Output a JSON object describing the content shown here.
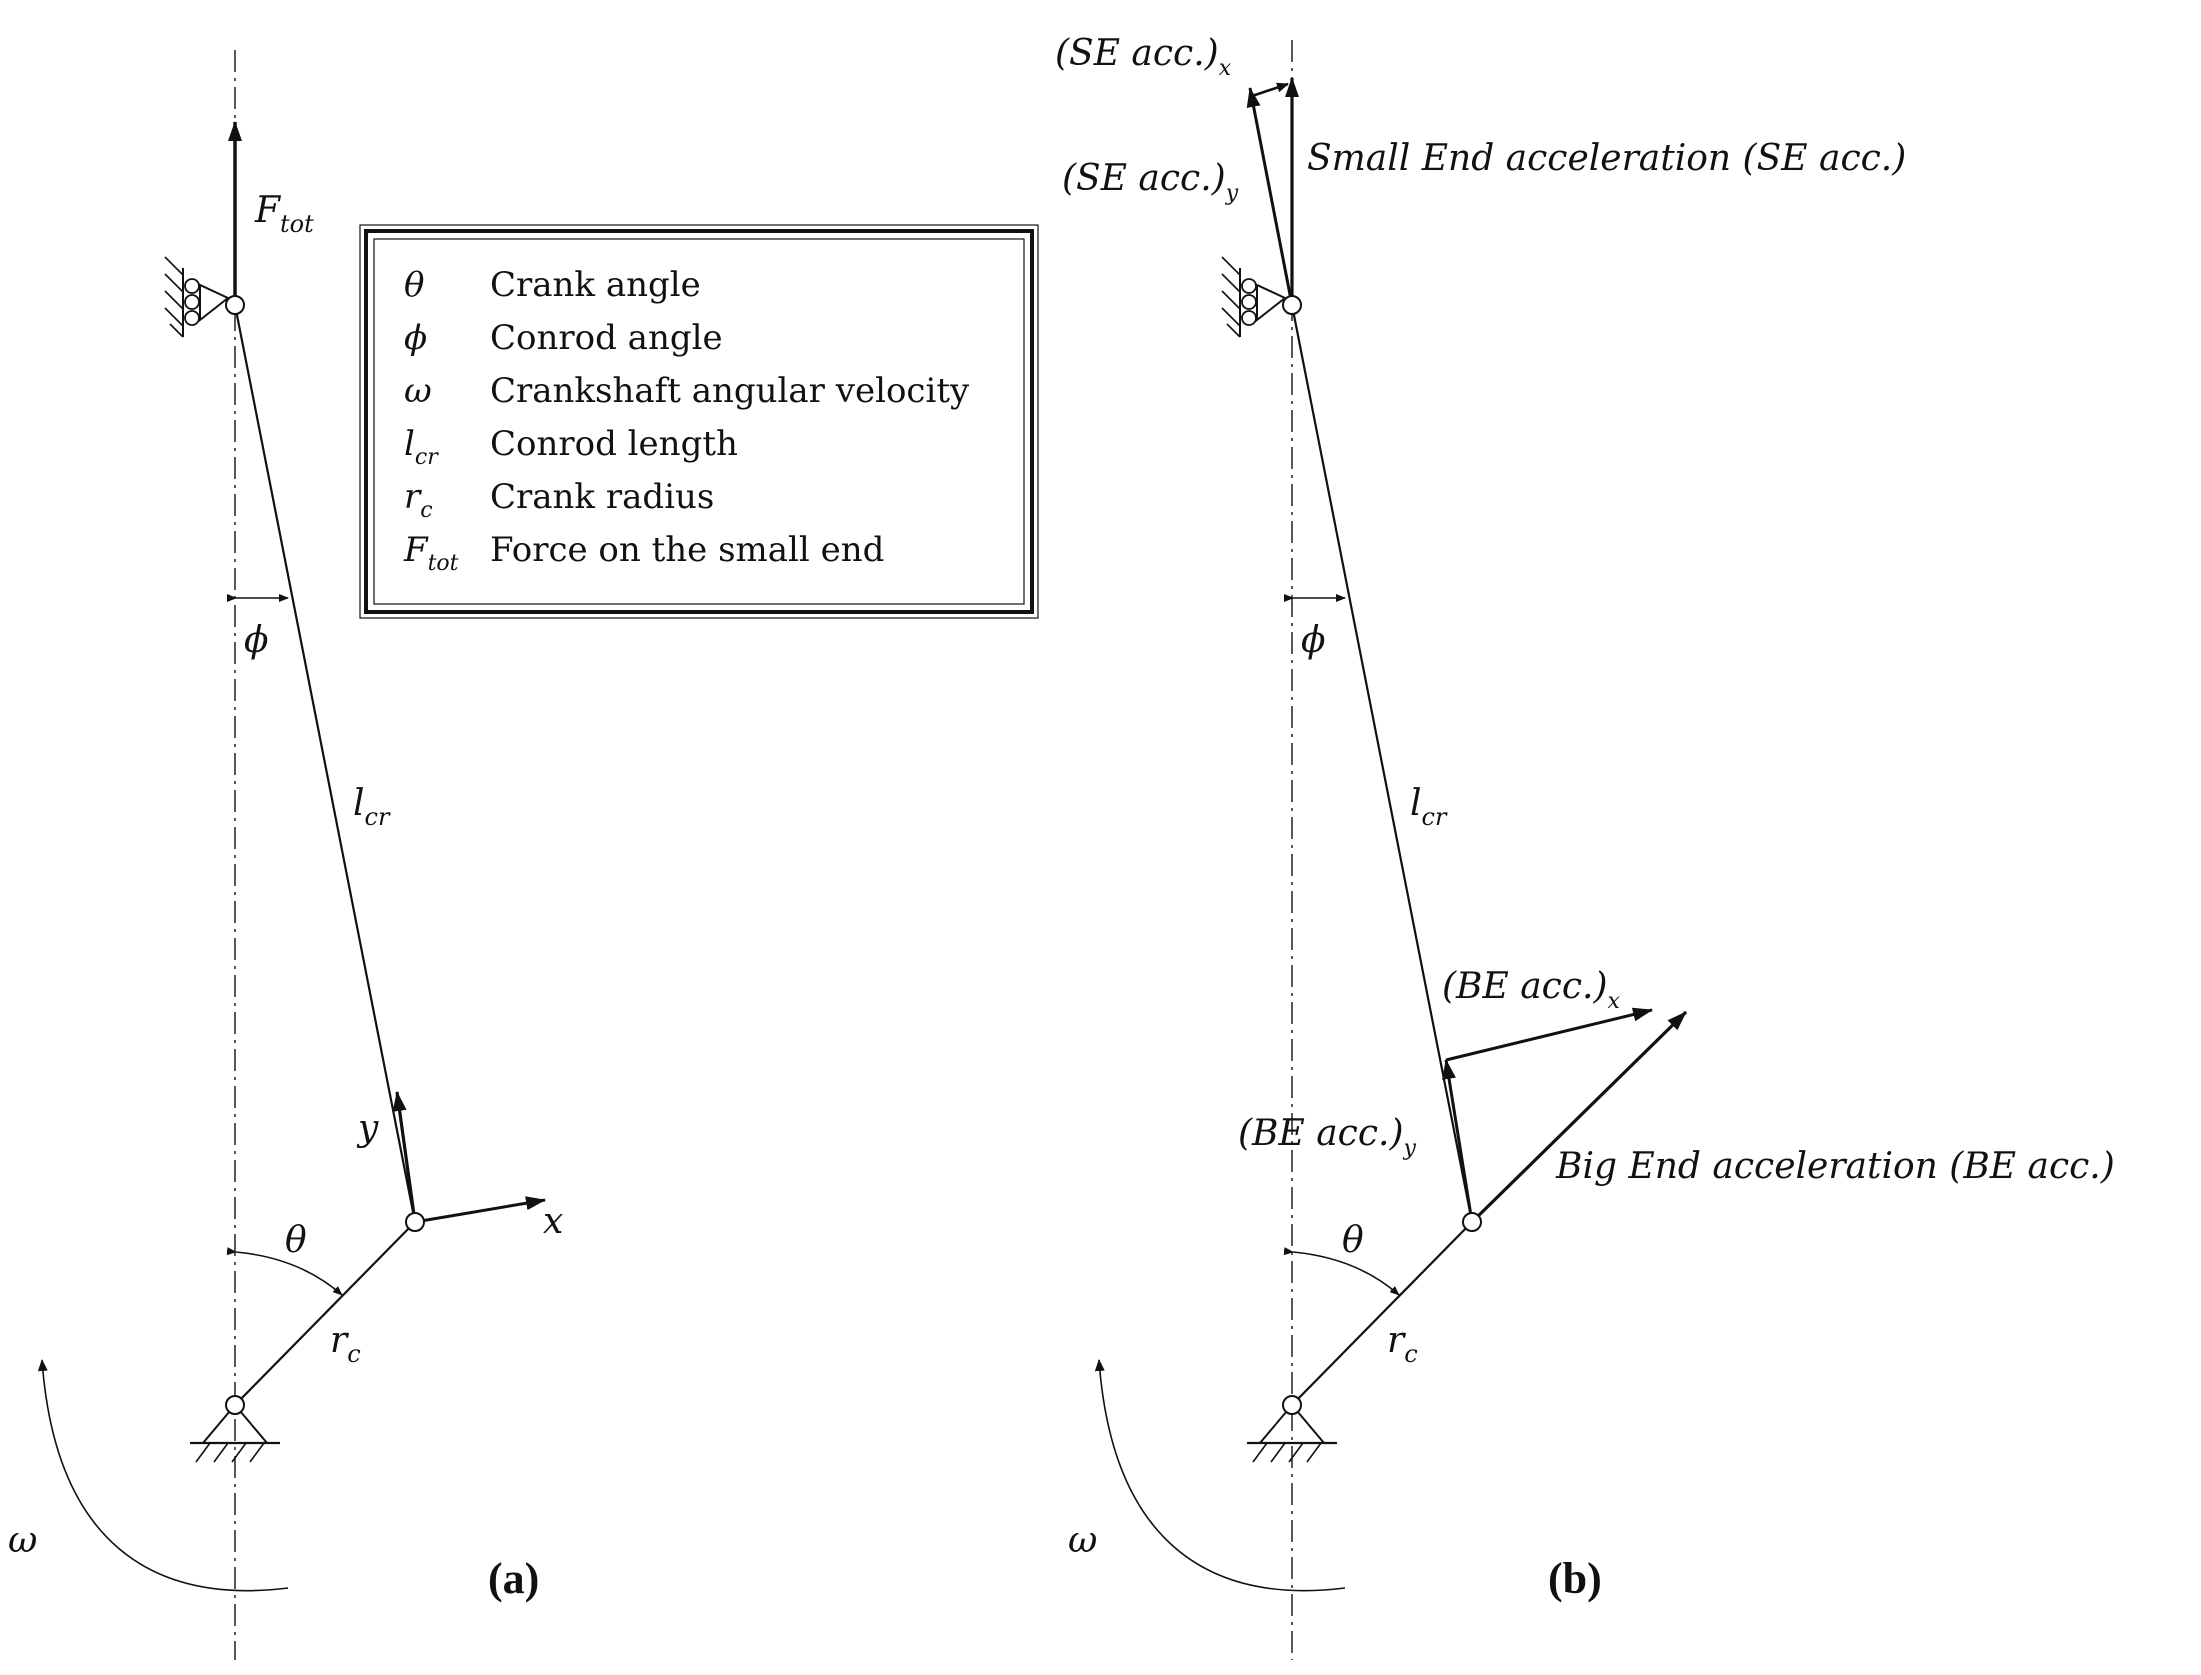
{
  "legend": {
    "rows": [
      {
        "sym": "θ",
        "sub": "",
        "desc": "Crank angle"
      },
      {
        "sym": "ϕ",
        "sub": "",
        "desc": "Conrod angle"
      },
      {
        "sym": "ω",
        "sub": "",
        "desc": "Crankshaft angular velocity"
      },
      {
        "sym": "l",
        "sub": "cr",
        "desc": "Conrod length"
      },
      {
        "sym": "r",
        "sub": "c",
        "desc": "Crank radius"
      },
      {
        "sym": "F",
        "sub": "tot",
        "desc": "Force on the small end"
      }
    ]
  },
  "panel_a": {
    "caption": "(a)",
    "force_label": {
      "main": "F",
      "sub": "tot"
    },
    "phi_label": "ϕ",
    "conrod_label": {
      "main": "l",
      "sub": "cr"
    },
    "y_label": "y",
    "x_label": "x",
    "theta_label": "θ",
    "crank_label": {
      "main": "r",
      "sub": "c"
    },
    "omega_label": "ω"
  },
  "panel_b": {
    "caption": "(b)",
    "se_x": {
      "main": "(SE acc.)",
      "sub": "x"
    },
    "se_y": {
      "main": "(SE acc.)",
      "sub": "y"
    },
    "se_total": "Small End acceleration (SE acc.)",
    "phi_label": "ϕ",
    "conrod_label": {
      "main": "l",
      "sub": "cr"
    },
    "be_x": {
      "main": "(BE acc.)",
      "sub": "x"
    },
    "be_y": {
      "main": "(BE acc.)",
      "sub": "y"
    },
    "be_total": "Big End acceleration (BE acc.)",
    "theta_label": "θ",
    "crank_label": {
      "main": "r",
      "sub": "c"
    },
    "omega_label": "ω"
  }
}
